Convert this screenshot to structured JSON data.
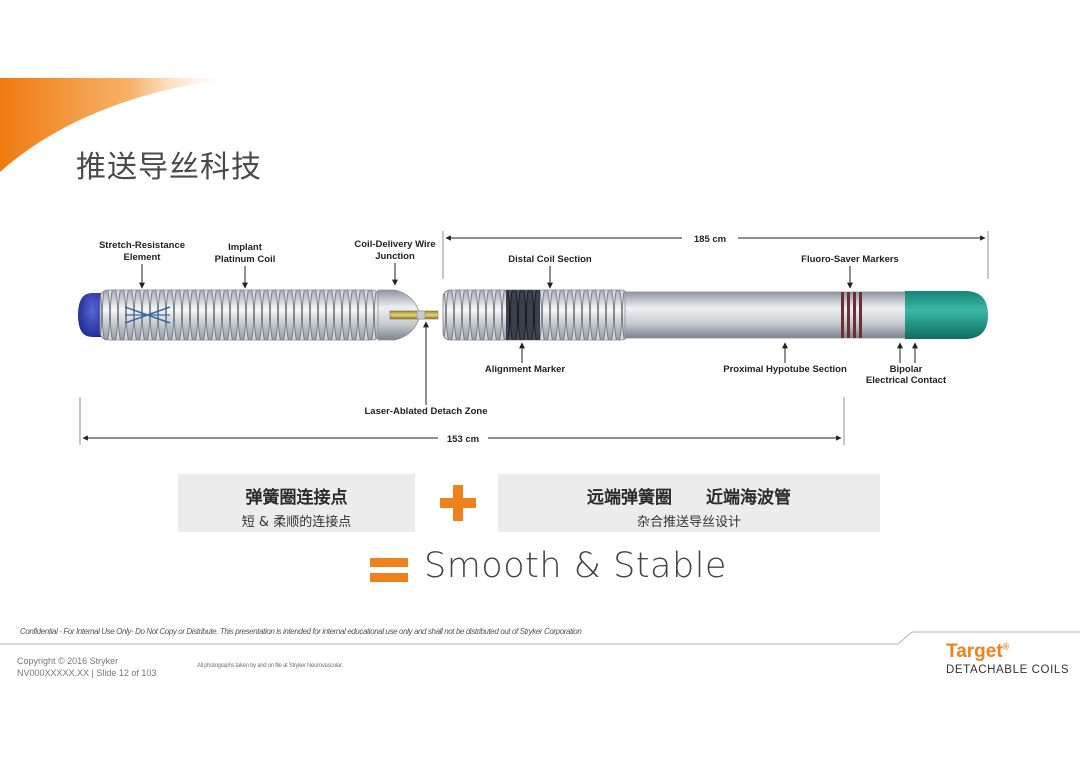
{
  "slide": {
    "title": "推送导丝科技"
  },
  "diagram": {
    "labels": {
      "stretch_resistance": "Stretch-Resistance",
      "stretch_resistance_2": "Element",
      "implant": "Implant",
      "implant_2": "Platinum Coil",
      "coil_delivery": "Coil-Delivery Wire",
      "coil_delivery_2": "Junction",
      "distal_coil": "Distal Coil Section",
      "fluoro_saver": "Fluoro-Saver Markers",
      "alignment_marker": "Alignment Marker",
      "proximal_hypotube": "Proximal Hypotube Section",
      "bipolar": "Bipolar",
      "bipolar_2": "Electrical Contact",
      "laser_ablated": "Laser-Ablated Detach Zone",
      "length_top": "185 cm",
      "length_bottom": "153 cm"
    },
    "colors": {
      "tip_blue": "#2a3aa8",
      "contact_teal": "#1e9a8a",
      "coil_grey": "#b8bcc4",
      "marker_dark": "#333a44",
      "band_maroon": "#6b2f36"
    }
  },
  "features": {
    "left": {
      "title": "弹簧圈连接点",
      "subtitle": "短 & 柔顺的连接点"
    },
    "right": {
      "title": "远端弹簧圈　　近端海波管",
      "subtitle": "杂合推送导丝设计"
    },
    "tagline": "Smooth & Stable",
    "accent_color": "#f0821e"
  },
  "footer": {
    "confidential": "Confidential - For Internal Use Only- Do Not Copy or Distribute. This presentation is intended for internal educational use only and shall not be distributed out of Stryker Corporation",
    "copyright": "Copyright © 2016 Stryker",
    "slide_ref": "NV000XXXXX.XX | Slide 12 of 103",
    "photo_note": "All photographs taken by and on file at Stryker Neurovascular.",
    "brand": "Target",
    "brand_mark": "®",
    "brand_sub": "DETACHABLE COILS"
  }
}
